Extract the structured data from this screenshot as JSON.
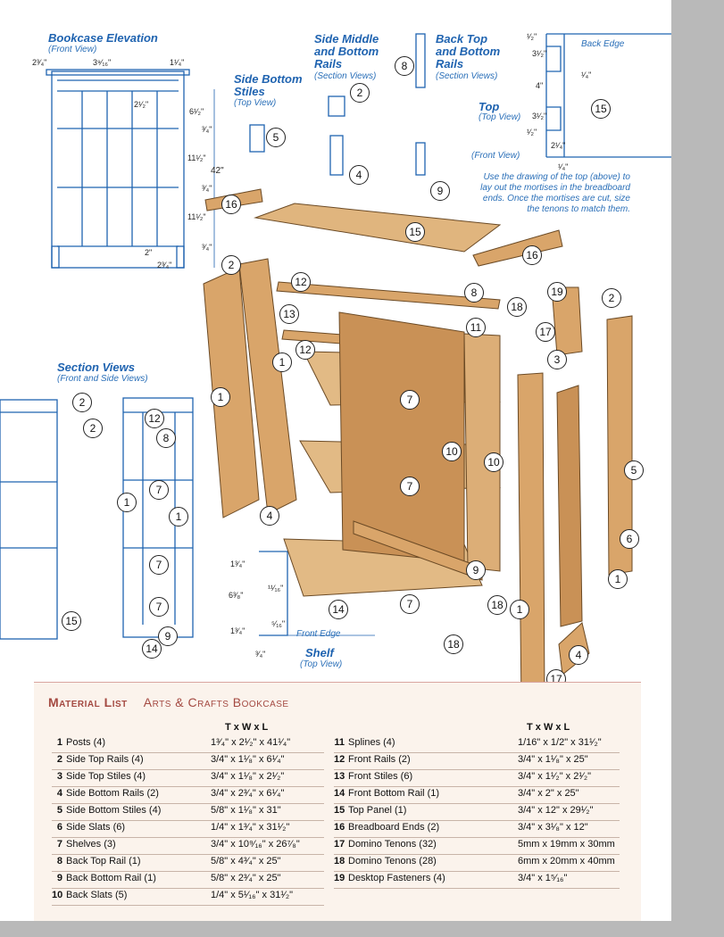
{
  "colors": {
    "blue": "#1f63b0",
    "wood": "#d9a56a",
    "woodDark": "#a56a2e",
    "panel": "#fbf3ec",
    "accent": "#a44a42"
  },
  "titles": {
    "elevation": "Bookcase Elevation",
    "elevation_sub": "(Front View)",
    "side_bottom": "Side Bottom Stiles",
    "side_bottom_sub": "(Top View)",
    "side_middle": "Side Middle and Bottom Rails",
    "side_middle_sub": "(Section Views)",
    "back_top": "Back Top and Bottom Rails",
    "back_top_sub": "(Section Views)",
    "top": "Top",
    "top_sub": "(Top View)",
    "back_edge": "Back Edge",
    "front_view": "(Front View)",
    "section": "Section Views",
    "section_sub": "(Front and Side Views)",
    "shelf": "Shelf",
    "shelf_sub": "(Top View)",
    "front_edge": "Front Edge"
  },
  "note": "Use the drawing of the top (above) to lay out the mortises in the breadboard ends. Once the mortises are cut, size the tenons to match them.",
  "dims": {
    "e1": "2³⁄₄\"",
    "e2": "3⁹⁄₁₆\"",
    "e3": "1¹⁄₄\"",
    "e4": "2¹⁄₂\"",
    "e5": "6¹⁄₂\"",
    "e6": "³⁄₄\"",
    "e7": "11¹⁄₂\"",
    "e8": "42\"",
    "e9": "³⁄₄\"",
    "e10": "11¹⁄₂\"",
    "e11": "³⁄₄\"",
    "e12": "2\"",
    "e13": "2³⁄₄\"",
    "t1": "¹⁄₂\"",
    "t2": "3¹⁄₂\"",
    "t3": "4\"",
    "t4": "3¹⁄₂\"",
    "t5": "¹⁄₂\"",
    "t6": "2¹⁄₄\"",
    "t7": "¹⁄₄\"",
    "t8": "¹⁄₄\"",
    "s1": "1³⁄₄\"",
    "s2": "6³⁄₈\"",
    "s3": "1³⁄₄\"",
    "s4": "¹¹⁄₁₆\"",
    "s5": "⁵⁄₁₆\"",
    "s6": "³⁄₄\""
  },
  "callouts": [
    "16",
    "15",
    "16",
    "2",
    "12",
    "8",
    "18",
    "13",
    "12",
    "11",
    "1",
    "7",
    "10",
    "10",
    "7",
    "1",
    "4",
    "19",
    "2",
    "17",
    "3",
    "5",
    "6",
    "1",
    "9",
    "18",
    "14",
    "7",
    "18",
    "1",
    "4",
    "17",
    "2",
    "5",
    "2",
    "4",
    "8",
    "9",
    "15",
    "2",
    "2",
    "12",
    "8",
    "7",
    "1",
    "1",
    "7",
    "7",
    "9",
    "14",
    "15"
  ],
  "material_list": {
    "heading": "Material List",
    "subheading": "Arts & Crafts Bookcase",
    "col": "T x W x L",
    "left": [
      {
        "n": "1",
        "name": "Posts (4)",
        "dims": "1³⁄₄\" x 2¹⁄₂\" x 41¹⁄₄\""
      },
      {
        "n": "2",
        "name": "Side Top Rails (4)",
        "dims": "3/4\" x 1¹⁄₈\" x 6¹⁄₄\""
      },
      {
        "n": "3",
        "name": "Side Top Stiles (4)",
        "dims": "3/4\" x 1¹⁄₈\" x 2¹⁄₂\""
      },
      {
        "n": "4",
        "name": "Side Bottom Rails (2)",
        "dims": "3/4\" x 2³⁄₄\" x 6¹⁄₄\""
      },
      {
        "n": "5",
        "name": "Side Bottom Stiles (4)",
        "dims": "5/8\" x 1¹⁄₈\" x 31\""
      },
      {
        "n": "6",
        "name": "Side Slats (6)",
        "dims": "1/4\" x 1³⁄₄\" x 31¹⁄₂\""
      },
      {
        "n": "7",
        "name": "Shelves (3)",
        "dims": "3/4\" x 10⁹⁄₁₆\" x 26⁷⁄₈\""
      },
      {
        "n": "8",
        "name": "Back Top Rail (1)",
        "dims": "5/8\" x 4³⁄₄\" x 25\""
      },
      {
        "n": "9",
        "name": "Back Bottom Rail (1)",
        "dims": "5/8\" x 2³⁄₄\" x 25\""
      },
      {
        "n": "10",
        "name": "Back Slats (5)",
        "dims": "1/4\" x 5¹⁄₁₆\" x 31¹⁄₂\""
      }
    ],
    "right": [
      {
        "n": "11",
        "name": "Splines (4)",
        "dims": "1/16\" x 1/2\" x 31¹⁄₂\""
      },
      {
        "n": "12",
        "name": "Front Rails (2)",
        "dims": "3/4\" x 1¹⁄₈\" x 25\""
      },
      {
        "n": "13",
        "name": "Front Stiles (6)",
        "dims": "3/4\" x 1¹⁄₂\" x 2¹⁄₂\""
      },
      {
        "n": "14",
        "name": "Front Bottom Rail (1)",
        "dims": "3/4\" x 2\" x 25\""
      },
      {
        "n": "15",
        "name": "Top Panel (1)",
        "dims": "3/4\" x 12\" x 29¹⁄₂\""
      },
      {
        "n": "16",
        "name": "Breadboard Ends (2)",
        "dims": "3/4\" x 3¹⁄₈\" x 12\""
      },
      {
        "n": "17",
        "name": "Domino Tenons (32)",
        "dims": "5mm x 19mm x 30mm"
      },
      {
        "n": "18",
        "name": "Domino Tenons (28)",
        "dims": "6mm x 20mm x 40mm"
      },
      {
        "n": "19",
        "name": "Desktop Fasteners (4)",
        "dims": "3/4\" x 1⁵⁄₁₆\""
      }
    ]
  }
}
